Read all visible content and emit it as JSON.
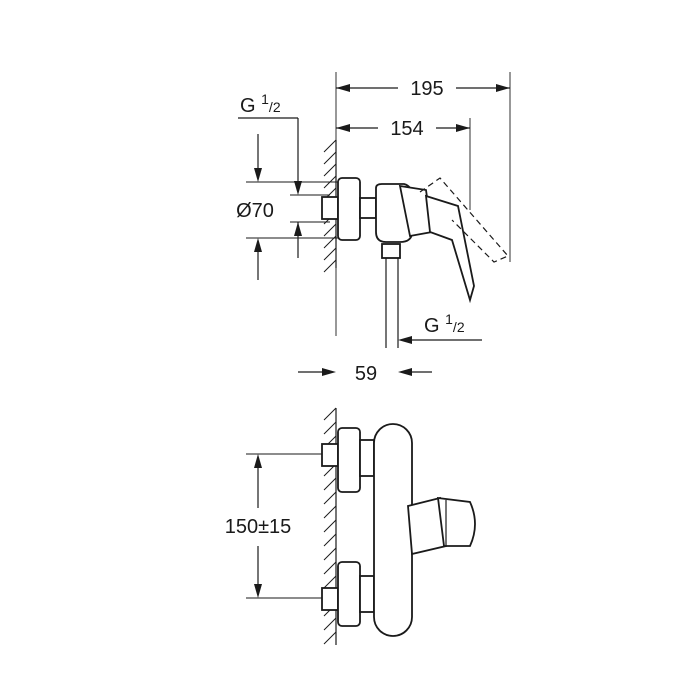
{
  "dimensions": {
    "overall_depth": "195",
    "body_depth": "154",
    "inlet_thread_top": {
      "base": "G ",
      "num": "1",
      "den": "2"
    },
    "outlet_thread": {
      "base": "G ",
      "num": "1",
      "den": "2"
    },
    "escutcheon_diameter": "Ø70",
    "wall_projection": "59",
    "inlet_spacing": "150±15"
  }
}
